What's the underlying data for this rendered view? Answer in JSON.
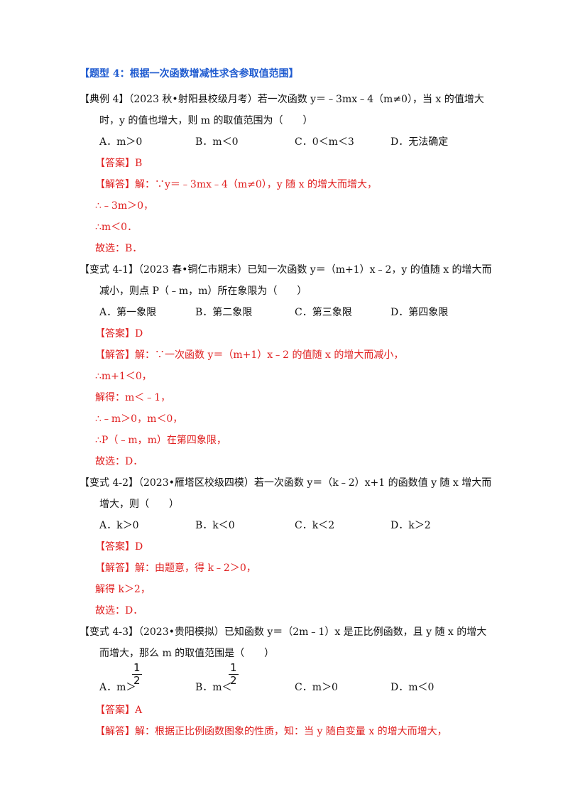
{
  "section_title": "【题型 4：根据一次函数增减性求含参取值范围】",
  "ex4": {
    "q1": "【典例 4】（2023 秋•射阳县校级月考）若一次函数 y＝﹣3mx﹣4（m≠0），当 x 的值增大",
    "q2": "时，y 的值也增大，则 m 的取值范围为（　　）",
    "options": [
      "A．m＞0",
      "B．m＜0",
      "C．0＜m＜3",
      "D．无法确定"
    ],
    "answer": "【答案】B",
    "sol": [
      "【解答】解：∵y＝﹣3mx﹣4（m≠0），y 随 x 的增大而增大，",
      "∴﹣3m＞0，",
      "∴m＜0．",
      "故选：B．"
    ]
  },
  "v41": {
    "q1": "【变式 4-1】（2023 春•铜仁市期末）已知一次函数 y＝（m+1）x﹣2，y 的值随 x 的增大而",
    "q2": "减小，则点 P（﹣m，m）所在象限为（　　）",
    "options": [
      "A．第一象限",
      "B．第二象限",
      "C．第三象限",
      "D．第四象限"
    ],
    "answer": "【答案】D",
    "sol": [
      "【解答】解：∵一次函数 y＝（m+1）x﹣2 的值随 x 的增大而减小，",
      "∴m+1＜0，",
      "解得：m＜﹣1，",
      "∴﹣m＞0，m＜0，",
      "∴P（﹣m，m）在第四象限，",
      "故选：D．"
    ]
  },
  "v42": {
    "q1": "【变式 4-2】（2023•雁塔区校级四模）若一次函数 y＝（k﹣2）x+1 的函数值 y 随 x 增大而",
    "q2": "增大，则（　　）",
    "options": [
      "A．k＞0",
      "B．k＜0",
      "C．k＜2",
      "D．k＞2"
    ],
    "answer": "【答案】D",
    "sol": [
      "【解答】解：由题意，得 k﹣2＞0，",
      "解得 k＞2，",
      "故选：D．"
    ]
  },
  "v43": {
    "q1": "【变式 4-3】（2023•贵阳模拟）已知函数 y＝（2m﹣1）x 是正比例函数，且 y 随 x 的增大",
    "q2": "而增大，那么 m 的取值范围是（　　）",
    "options": [
      "A．m＞",
      "B．m＜",
      "C．m＞0",
      "D．m＜0"
    ],
    "frac_num": "1",
    "frac_den": "2",
    "answer": "【答案】A",
    "sol": [
      "【解答】解：根据正比例函数图象的性质，知：当 y 随自变量 x 的增大而增大，"
    ]
  },
  "colors": {
    "heading": "#1f5bd0",
    "answer": "#e02020",
    "text": "#111111"
  }
}
